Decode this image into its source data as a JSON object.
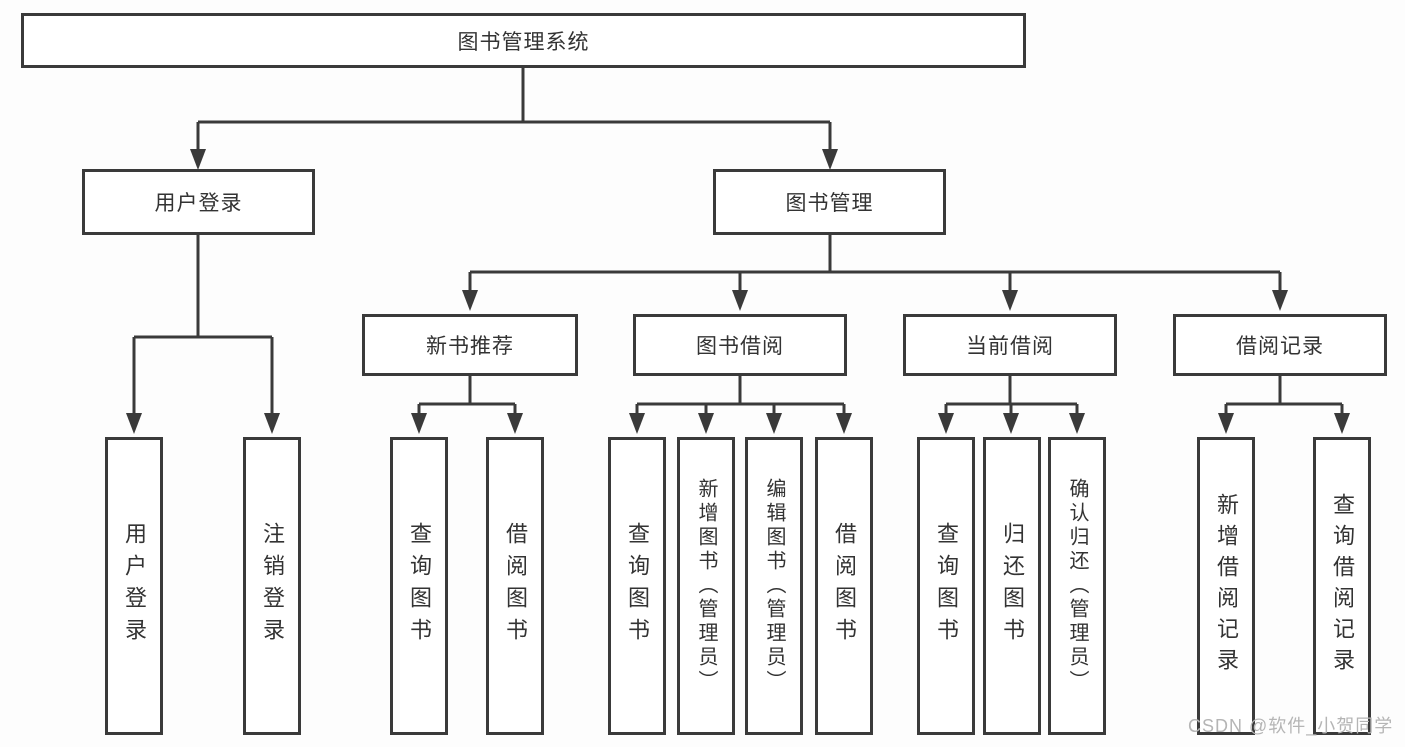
{
  "nodes": {
    "root": "图书管理系统",
    "user_login": "用户登录",
    "book_management": "图书管理",
    "new_book_recommend": "新书推荐",
    "book_borrow": "图书借阅",
    "current_borrow": "当前借阅",
    "borrow_record": "借阅记录",
    "login_leaf": "用户登录",
    "logout_leaf": "注销登录",
    "rec_query": "查询图书",
    "rec_borrow": "借阅图书",
    "bb_query": "查询图书",
    "bb_add": "新增图书（管理员）",
    "bb_edit": "编辑图书（管理员）",
    "bb_borrow": "借阅图书",
    "cb_query": "查询图书",
    "cb_return": "归还图书",
    "cb_confirm": "确认归还（管理员）",
    "br_add": "新增借阅记录",
    "br_query": "查询借阅记录"
  },
  "structure": {
    "root": "图书管理系统",
    "children": [
      {
        "label": "用户登录",
        "children": [
          "用户登录",
          "注销登录"
        ]
      },
      {
        "label": "图书管理",
        "children": [
          {
            "label": "新书推荐",
            "children": [
              "查询图书",
              "借阅图书"
            ]
          },
          {
            "label": "图书借阅",
            "children": [
              "查询图书",
              "新增图书（管理员）",
              "编辑图书（管理员）",
              "借阅图书"
            ]
          },
          {
            "label": "当前借阅",
            "children": [
              "查询图书",
              "归还图书",
              "确认归还（管理员）"
            ]
          },
          {
            "label": "借阅记录",
            "children": [
              "新增借阅记录",
              "查询借阅记录"
            ]
          }
        ]
      }
    ]
  },
  "watermark": "CSDN @软件_小贺同学",
  "colors": {
    "line": "#3a3a3a",
    "text": "#333333",
    "watermark": "#b5b5b5",
    "background": "#fdfdfd"
  }
}
